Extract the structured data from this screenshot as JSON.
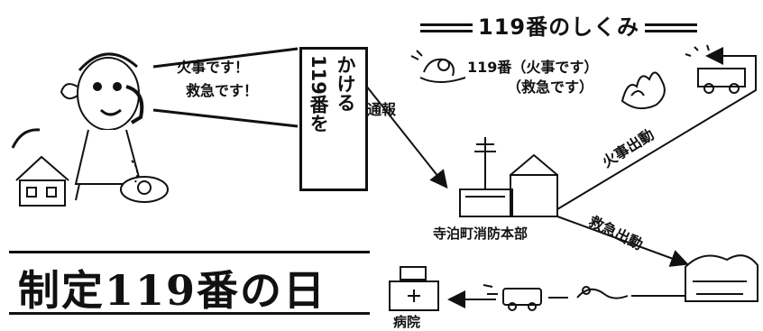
{
  "header": {
    "title": "119番のしくみ"
  },
  "caller": {
    "speech": [
      "火事です！",
      "救急です！"
    ]
  },
  "call_box": {
    "col1": "119番を",
    "col2": "かける"
  },
  "dispatch": {
    "report_label": "通報",
    "center_info": [
      "119番（火事です）",
      "（救急です）"
    ],
    "headquarters": "寺泊町消防本部",
    "fire_dispatch": "火事出動",
    "ambulance_dispatch": "救急出動",
    "hospital": "病院"
  },
  "banner": {
    "text": "制定119番の日"
  },
  "colors": {
    "ink": "#111111",
    "background": "#ffffff"
  }
}
